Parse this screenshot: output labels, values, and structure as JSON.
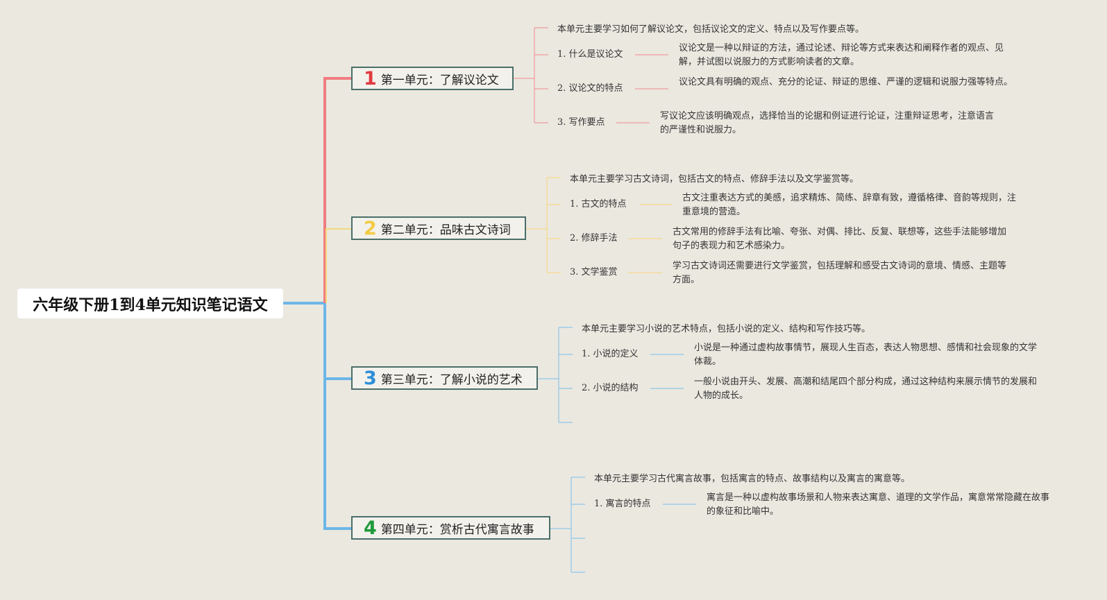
{
  "title": "六年级下册1到4单元知识笔记语文",
  "colors": {
    "unit1": "#e03a3e",
    "unit2": "#f2cc45",
    "unit3": "#2e8fd8",
    "unit4": "#1f9a3a"
  },
  "units": [
    {
      "num": "1",
      "title": "第一单元：了解议论文",
      "summary": "本单元主要学习如何了解议论文，包括议论文的定义、特点以及写作要点等。",
      "items": [
        {
          "label": "1. 什么是议论文",
          "desc": "议论文是一种以辩证的方法，通过论述、辩论等方式来表达和阐释作者的观点、见解，并试图以说服力的方式影响读者的文章。"
        },
        {
          "label": "2. 议论文的特点",
          "desc": "议论文具有明确的观点、充分的论证、辩证的思维、严谨的逻辑和说服力强等特点。"
        },
        {
          "label": "3. 写作要点",
          "desc": "写议论文应该明确观点，选择恰当的论据和例证进行论证，注重辩证思考，注意语言的严谨性和说服力。"
        }
      ]
    },
    {
      "num": "2",
      "title": "第二单元：品味古文诗词",
      "summary": "本单元主要学习古文诗词，包括古文的特点、修辞手法以及文学鉴赏等。",
      "items": [
        {
          "label": "1. 古文的特点",
          "desc": "古文注重表达方式的美感，追求精炼、简练、辞章有致，遵循格律、音韵等规则，注重意境的营造。"
        },
        {
          "label": "2. 修辞手法",
          "desc": "古文常用的修辞手法有比喻、夸张、对偶、排比、反复、联想等，这些手法能够增加句子的表现力和艺术感染力。"
        },
        {
          "label": "3. 文学鉴赏",
          "desc": "学习古文诗词还需要进行文学鉴赏，包括理解和感受古文诗词的意境、情感、主题等方面。"
        }
      ]
    },
    {
      "num": "3",
      "title": "第三单元：了解小说的艺术",
      "summary": "本单元主要学习小说的艺术特点，包括小说的定义、结构和写作技巧等。",
      "items": [
        {
          "label": "1. 小说的定义",
          "desc": "小说是一种通过虚构故事情节，展现人生百态，表达人物思想、感情和社会现象的文学体裁。"
        },
        {
          "label": "2. 小说的结构",
          "desc": "一般小说由开头、发展、高潮和结尾四个部分构成，通过这种结构来展示情节的发展和人物的成长。"
        }
      ]
    },
    {
      "num": "4",
      "title": "第四单元：赏析古代寓言故事",
      "summary": "本单元主要学习古代寓言故事，包括寓言的特点、故事结构以及寓言的寓意等。",
      "items": [
        {
          "label": "1. 寓言的特点",
          "desc": "寓言是一种以虚构故事场景和人物来表达寓意、道理的文学作品，寓意常常隐藏在故事的象征和比喻中。"
        }
      ]
    }
  ]
}
